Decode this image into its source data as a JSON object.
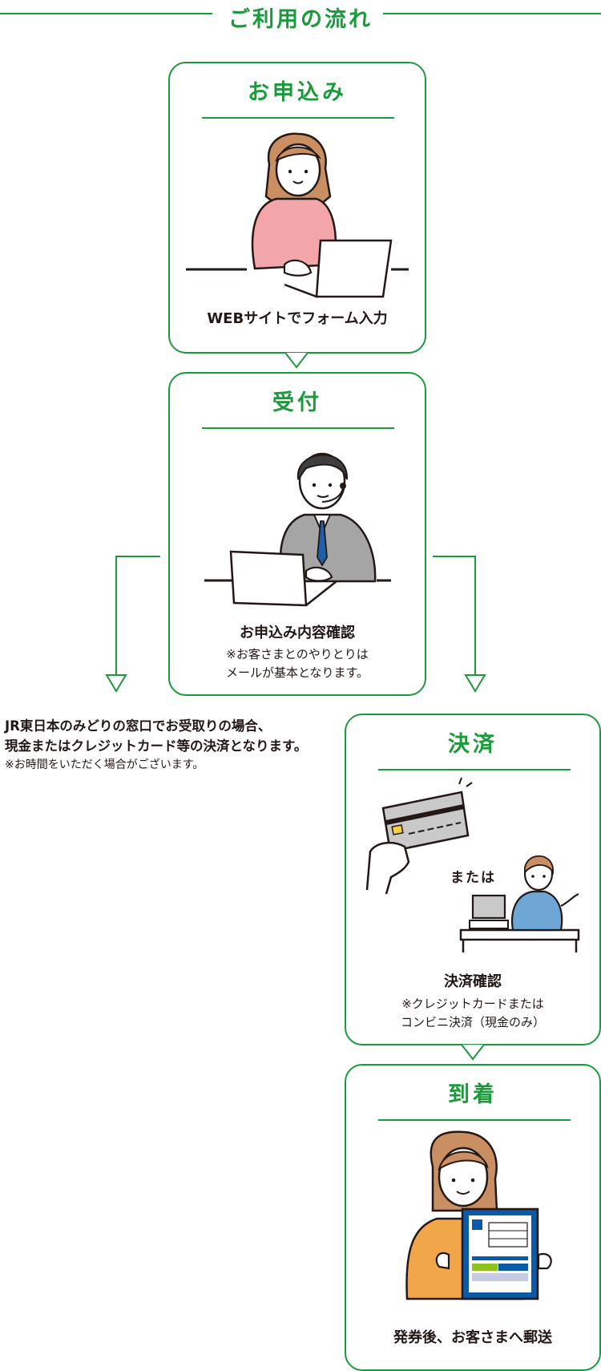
{
  "heading": {
    "title": "ご利用の流れ"
  },
  "steps": [
    {
      "title": "お申込み",
      "caption": "WEBサイトでフォーム入力"
    },
    {
      "title": "受付",
      "caption": "お申込み内容確認",
      "note_line1": "※お客さまとのやりとりは",
      "note_line2": "メールが基本となります。"
    },
    {
      "title": "決済",
      "or_label": "または",
      "caption": "決済確認",
      "note_line1": "※クレジットカードまたは",
      "note_line2": "コンビニ決済（現金のみ）"
    },
    {
      "title": "到着",
      "caption": "発券後、お客さまへ郵送"
    }
  ],
  "side_note": {
    "line1": "JR東日本のみどりの窓口でお受取りの場合、",
    "line2": "現金またはクレジットカード等の決済となります。",
    "line3": "※お時間をいただく場合がございます。"
  },
  "colors": {
    "accent": "#1a9a3a",
    "text": "#231815",
    "pink": "#f2a6a9",
    "hair": "#c98e62",
    "suit": "#a5a5a5",
    "tie": "#1d5fa8",
    "orange": "#f2a64a",
    "blue": "#0a5aa8",
    "green": "#8dc21f"
  }
}
